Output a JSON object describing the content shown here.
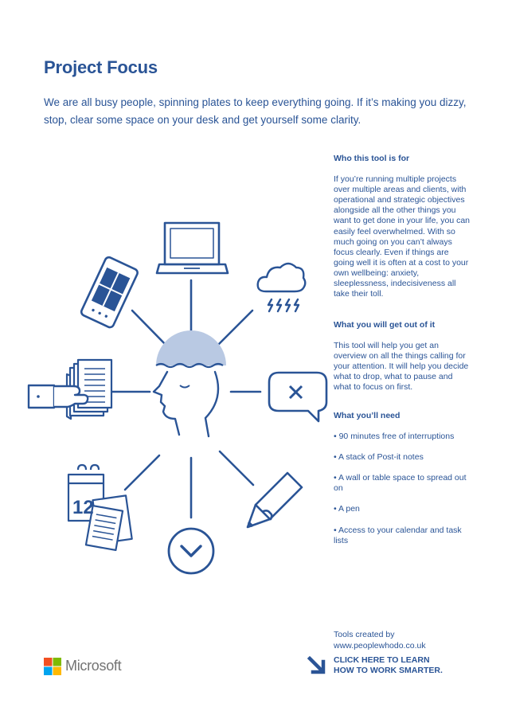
{
  "header": {
    "title": "Project Focus",
    "intro": "We are all busy people, spinning plates to keep everything going. If it’s making you dizzy, stop, clear some space on your desk and get yourself some clarity."
  },
  "sections": {
    "who": {
      "heading": "Who this tool is for",
      "body": "If you’re running multiple projects over multiple areas and clients, with operational and strategic objectives alongside all the other things you want to get done in your life, you can easily feel overwhelmed. With so much going on you can’t always focus clearly. Even if things are going well it is often at a cost to your own wellbeing: anxiety, sleeplessness, indecisiveness all take their toll."
    },
    "get": {
      "heading": "What you will get out of it",
      "body": "This tool will help you get an overview on all the things calling for your attention. It will help you decide what to drop, what to pause and what to focus on first."
    },
    "need": {
      "heading": "What you’ll need",
      "items": [
        "• 90 minutes free of interruptions",
        "• A stack of Post-it notes",
        "• A wall or table space to spread out on",
        "• A pen",
        "• Access to your calendar and task lists"
      ]
    }
  },
  "illustration": {
    "calendar_day": "12"
  },
  "footer": {
    "credit_line1": "Tools created by",
    "credit_line2": "www.peoplewhodo.co.uk",
    "cta_line1": "CLICK HERE TO LEARN",
    "cta_line2": "HOW TO WORK SMARTER.",
    "brand": "Microsoft"
  },
  "colors": {
    "primary": "#2a5496",
    "head_fill": "#b9c9e3",
    "ms_red": "#f25022",
    "ms_green": "#7fba00",
    "ms_blue": "#00a4ef",
    "ms_yellow": "#ffb900"
  },
  "icons": [
    "laptop-icon",
    "phone-icon",
    "cloud-rain-icon",
    "document-stack-icon",
    "close-icon",
    "calendar-icon",
    "pencil-icon",
    "chevron-down-icon",
    "arrow-down-right-icon"
  ]
}
